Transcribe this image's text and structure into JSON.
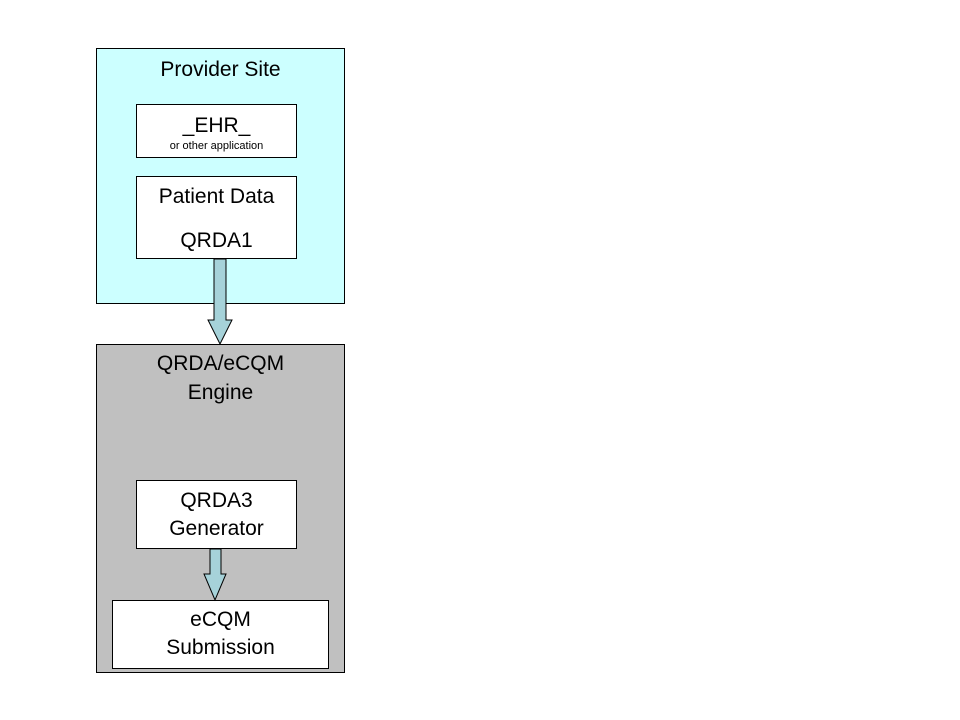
{
  "provider_site": {
    "title": "Provider Site",
    "ehr": {
      "label": "_EHR_",
      "sublabel": "or other application"
    },
    "patient_data": {
      "line1": "Patient Data",
      "line2": "QRDA1"
    }
  },
  "engine": {
    "title_line1": "QRDA/eCQM",
    "title_line2": "Engine",
    "generator": {
      "line1": "QRDA3",
      "line2": "Generator"
    },
    "submission": {
      "line1": "eCQM",
      "line2": "Submission"
    }
  },
  "colors": {
    "provider_fill": "#ccffff",
    "engine_fill": "#c0c0c0",
    "arrow_fill": "#a6d2d9",
    "stroke": "#000000"
  }
}
